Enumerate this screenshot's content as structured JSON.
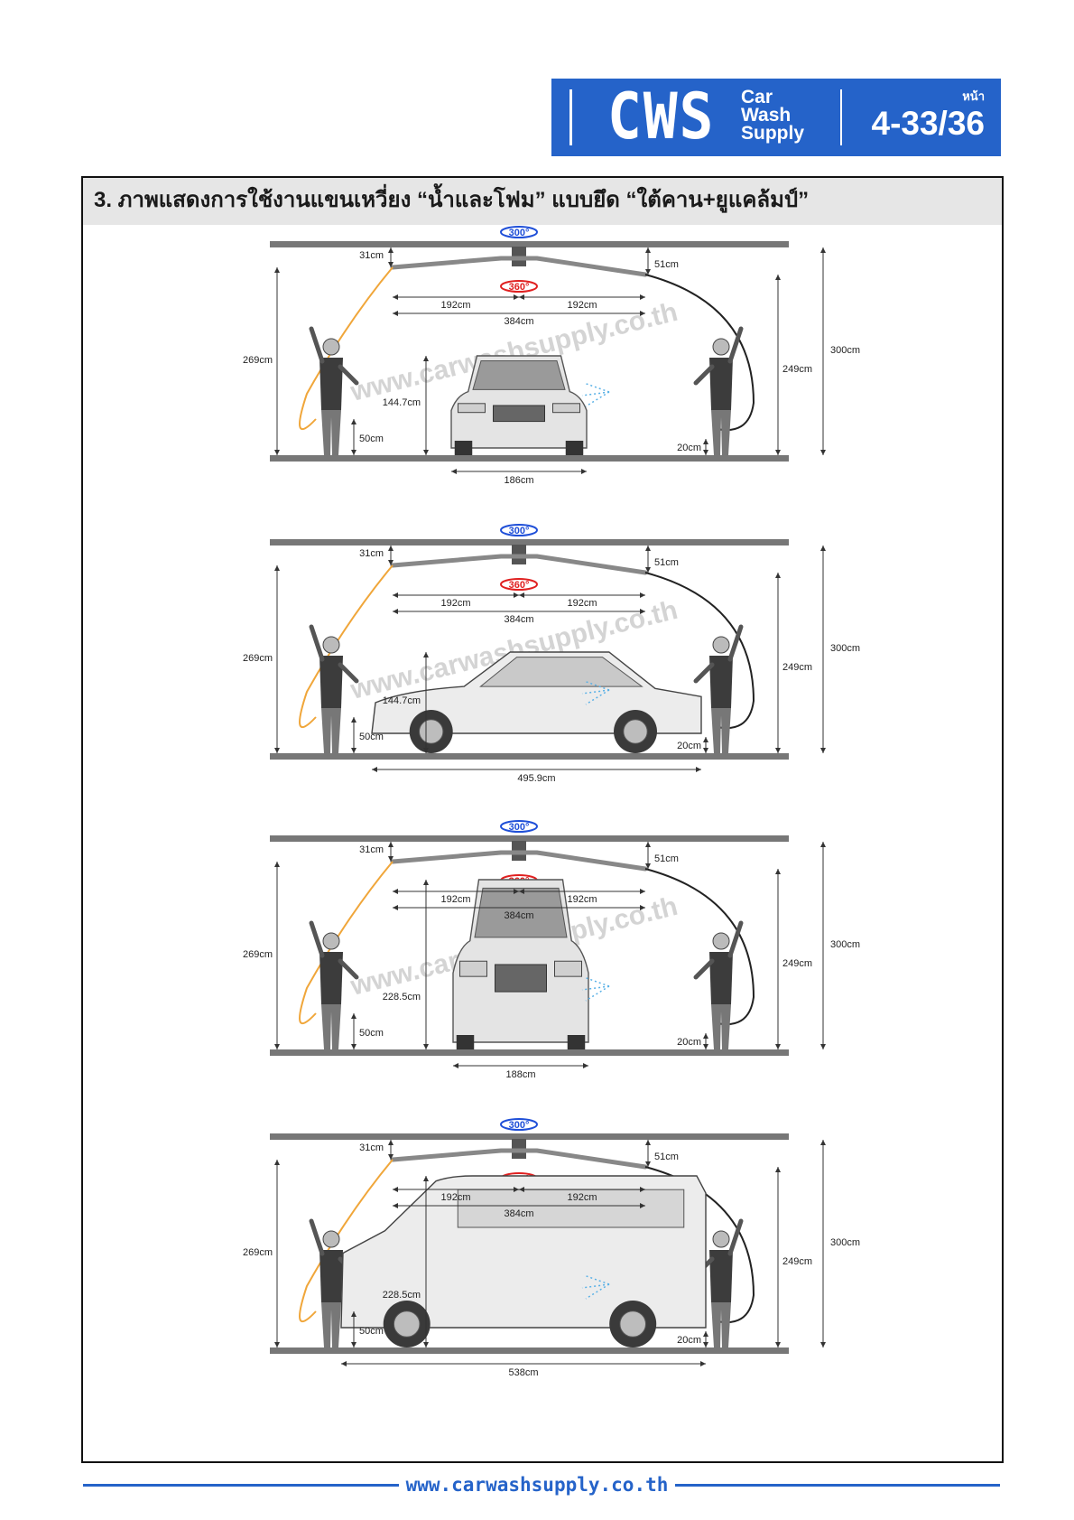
{
  "header": {
    "logo": "CWS",
    "brand_lines": [
      "Car",
      "Wash",
      "Supply"
    ],
    "page_label": "หน้า",
    "page_number": "4-33/36"
  },
  "section_title": "3. ภาพแสดงการใช้งานแขนเหวี่ยง “น้ำและโฟม” แบบยึด “ใต้คาน+ยูแคล้มป์”",
  "watermark": "www.carwashsupply.co.th",
  "footer": {
    "url": "www.carwashsupply.co.th"
  },
  "colors": {
    "brand_blue": "#2563c9",
    "rotation_300": "#1f4fd8",
    "rotation_360": "#e02020",
    "hose_orange": "#f0a63a"
  },
  "diagrams": [
    {
      "view": "sedan-front",
      "rotation_top": "300°",
      "rotation_arm": "360°",
      "dims": {
        "drop": "31cm",
        "riser": "51cm",
        "arm_left": "192cm",
        "arm_right": "192cm",
        "arm_total": "384cm",
        "total_height": "300cm",
        "arm_height": "249cm",
        "operator_reach": "269cm",
        "car_height": "144.7cm",
        "nozzle_low": "50cm",
        "ground_gap": "20cm",
        "car_width": "186cm"
      }
    },
    {
      "view": "sedan-side",
      "rotation_top": "300°",
      "rotation_arm": "360°",
      "dims": {
        "drop": "31cm",
        "riser": "51cm",
        "arm_left": "192cm",
        "arm_right": "192cm",
        "arm_total": "384cm",
        "total_height": "300cm",
        "arm_height": "249cm",
        "operator_reach": "269cm",
        "car_height": "144.7cm",
        "nozzle_low": "50cm",
        "ground_gap": "20cm",
        "car_width": "495.9cm"
      }
    },
    {
      "view": "van-front",
      "rotation_top": "300°",
      "rotation_arm": "360°",
      "dims": {
        "drop": "31cm",
        "riser": "51cm",
        "arm_left": "192cm",
        "arm_right": "192cm",
        "arm_total": "384cm",
        "total_height": "300cm",
        "arm_height": "249cm",
        "operator_reach": "269cm",
        "car_height": "228.5cm",
        "nozzle_low": "50cm",
        "ground_gap": "20cm",
        "car_width": "188cm"
      }
    },
    {
      "view": "van-side",
      "rotation_top": "300°",
      "rotation_arm": "360°",
      "dims": {
        "drop": "31cm",
        "riser": "51cm",
        "arm_left": "192cm",
        "arm_right": "192cm",
        "arm_total": "384cm",
        "total_height": "300cm",
        "arm_height": "249cm",
        "operator_reach": "269cm",
        "car_height": "228.5cm",
        "nozzle_low": "50cm",
        "ground_gap": "20cm",
        "car_width": "538cm"
      }
    }
  ]
}
